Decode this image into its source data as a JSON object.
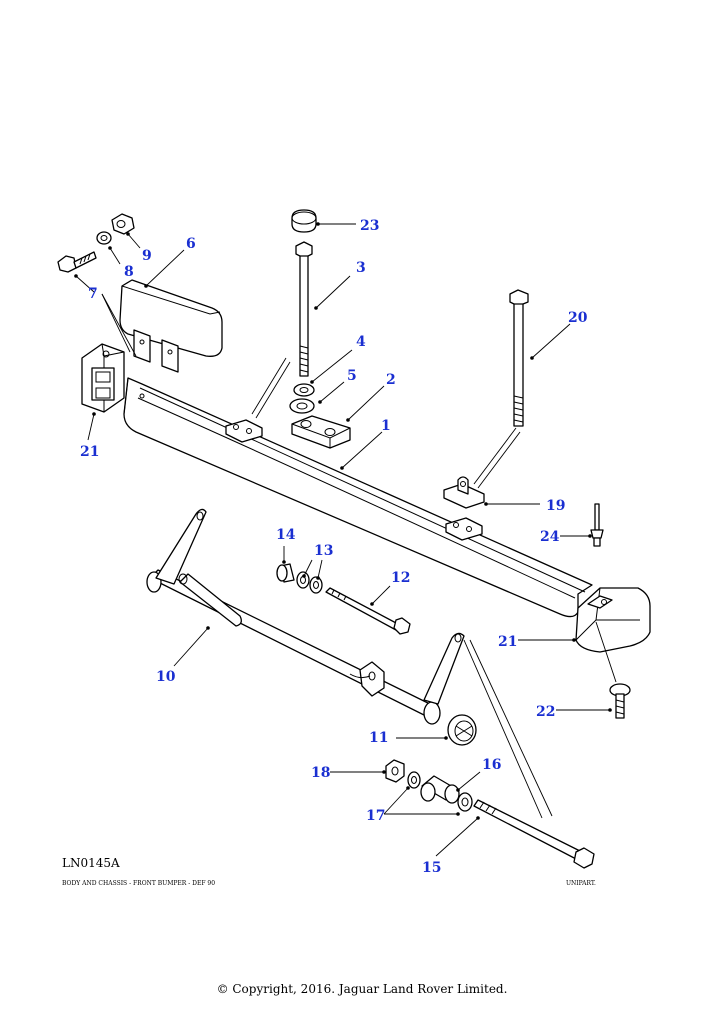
{
  "diagram": {
    "reference": "LN0145A",
    "caption": "BODY AND CHASSIS - FRONT BUMPER - DEF 90",
    "brand": "UNIPART.",
    "copyright": "© Copyright, 2016. Jaguar Land Rover Limited.",
    "line_color": "#000000",
    "callout_color": "#1a2fd1"
  },
  "callouts": [
    {
      "id": "c1",
      "number": "1"
    },
    {
      "id": "c2",
      "number": "2"
    },
    {
      "id": "c3",
      "number": "3"
    },
    {
      "id": "c4",
      "number": "4"
    },
    {
      "id": "c5",
      "number": "5"
    },
    {
      "id": "c6",
      "number": "6"
    },
    {
      "id": "c7",
      "number": "7"
    },
    {
      "id": "c8",
      "number": "8"
    },
    {
      "id": "c9",
      "number": "9"
    },
    {
      "id": "c10",
      "number": "10"
    },
    {
      "id": "c11",
      "number": "11"
    },
    {
      "id": "c12",
      "number": "12"
    },
    {
      "id": "c13",
      "number": "13"
    },
    {
      "id": "c14",
      "number": "14"
    },
    {
      "id": "c15",
      "number": "15"
    },
    {
      "id": "c16",
      "number": "16"
    },
    {
      "id": "c17",
      "number": "17"
    },
    {
      "id": "c18",
      "number": "18"
    },
    {
      "id": "c19",
      "number": "19"
    },
    {
      "id": "c20",
      "number": "20"
    },
    {
      "id": "c21a",
      "number": "21"
    },
    {
      "id": "c21b",
      "number": "21"
    },
    {
      "id": "c22",
      "number": "22"
    },
    {
      "id": "c23",
      "number": "23"
    },
    {
      "id": "c24",
      "number": "24"
    }
  ]
}
